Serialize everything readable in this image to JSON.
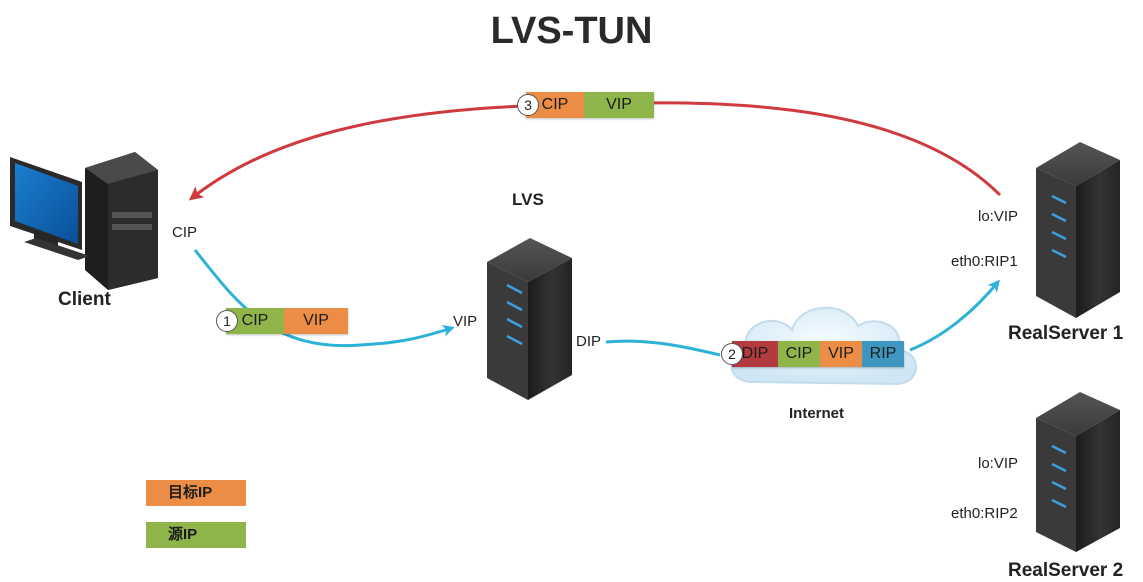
{
  "title": "LVS-TUN",
  "colors": {
    "source": "#8fb54a",
    "destination": "#ec8d45",
    "dip": "#b33a3f",
    "rip": "#3d97c0",
    "request_arrow": "#2bb2d6",
    "response_arrow": "#cf3a3e"
  },
  "nodes": {
    "client": {
      "name": "Client",
      "ip": "CIP"
    },
    "lvs": {
      "name": "LVS",
      "vip": "VIP",
      "dip": "DIP"
    },
    "internet": {
      "name": "Internet"
    },
    "rs1": {
      "name": "RealServer  1",
      "lo": "lo:VIP",
      "eth0": "eth0:RIP1"
    },
    "rs2": {
      "name": "RealServer  2",
      "lo": "lo:VIP",
      "eth0": "eth0:RIP2"
    }
  },
  "packets": {
    "p1": {
      "number": "1",
      "fields": [
        "CIP",
        "VIP"
      ]
    },
    "p2": {
      "number": "2",
      "fields": [
        "DIP",
        "CIP",
        "VIP",
        "RIP"
      ]
    },
    "p3": {
      "number": "3",
      "fields": [
        "CIP",
        "VIP"
      ]
    }
  },
  "legend": [
    {
      "label": "目标IP",
      "color": "#ec8d45"
    },
    {
      "label": "源IP",
      "color": "#8fb54a"
    }
  ]
}
